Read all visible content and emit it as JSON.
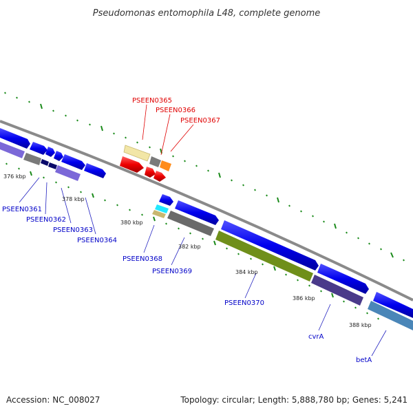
{
  "title": "Pseudomonas entomophila L48, complete genome",
  "footer": {
    "accession": "Accession: NC_008027",
    "topology": "Topology: circular; Length: 5,888,780 bp; Genes: 5,241"
  },
  "colors": {
    "backbone": "#888888",
    "tick": "#1a8a1a",
    "label_forward": "#e00000",
    "label_reverse": "#0000c8",
    "leader_forward": "#e00000",
    "leader_reverse": "#2020c0"
  },
  "scale_ticks": [
    {
      "label": "376 kbp"
    },
    {
      "label": "378 kbp"
    },
    {
      "label": "380 kbp"
    },
    {
      "label": "382 kbp"
    },
    {
      "label": "384 kbp"
    },
    {
      "label": "386 kbp"
    },
    {
      "label": "388 kbp"
    }
  ],
  "gene_labels": [
    {
      "name": "PSEEN0365",
      "strand": "forward"
    },
    {
      "name": "PSEEN0366",
      "strand": "forward"
    },
    {
      "name": "PSEEN0367",
      "strand": "forward"
    },
    {
      "name": "PSEEN0361",
      "strand": "reverse"
    },
    {
      "name": "PSEEN0362",
      "strand": "reverse"
    },
    {
      "name": "PSEEN0363",
      "strand": "reverse"
    },
    {
      "name": "PSEEN0364",
      "strand": "reverse"
    },
    {
      "name": "PSEEN0368",
      "strand": "reverse"
    },
    {
      "name": "PSEEN0369",
      "strand": "reverse"
    },
    {
      "name": "PSEEN0370",
      "strand": "reverse"
    },
    {
      "name": "cvrA",
      "strand": "reverse"
    },
    {
      "name": "betA",
      "strand": "reverse"
    }
  ]
}
